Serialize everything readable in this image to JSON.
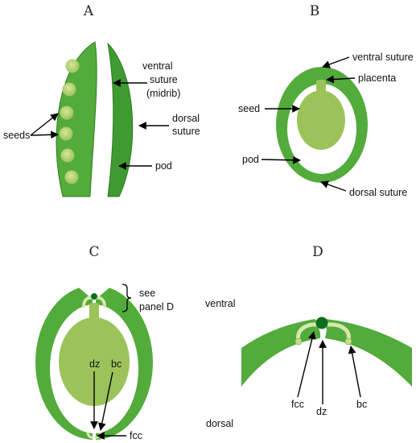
{
  "colors": {
    "pod_dark": "#3f9b2f",
    "pod_light": "#52ab3a",
    "seed": "#9cc35a",
    "seed_highlight": "#c6de8a",
    "placenta_node": "#0b6e1c",
    "bundle": "#d6e7ad",
    "line": "#000000"
  },
  "panels": {
    "a": {
      "letter": "A",
      "labels": {
        "ventral_1": "ventral",
        "ventral_2": "suture",
        "ventral_3": "(midrib)",
        "dorsal_1": "dorsal",
        "dorsal_2": "suture",
        "pod": "pod",
        "seeds": "seeds"
      }
    },
    "b": {
      "letter": "B",
      "labels": {
        "ventral_suture": "ventral suture",
        "placenta": "placenta",
        "seed": "seed",
        "pod": "pod",
        "dorsal_suture": "dorsal suture"
      }
    },
    "c": {
      "letter": "C",
      "labels": {
        "see": "see",
        "panel_d": "panel D",
        "ventral": "ventral",
        "dorsal": "dorsal",
        "dz": "dz",
        "bc": "bc",
        "fcc": "fcc"
      }
    },
    "d": {
      "letter": "D",
      "labels": {
        "fcc": "fcc",
        "dz": "dz",
        "bc": "bc"
      }
    }
  }
}
